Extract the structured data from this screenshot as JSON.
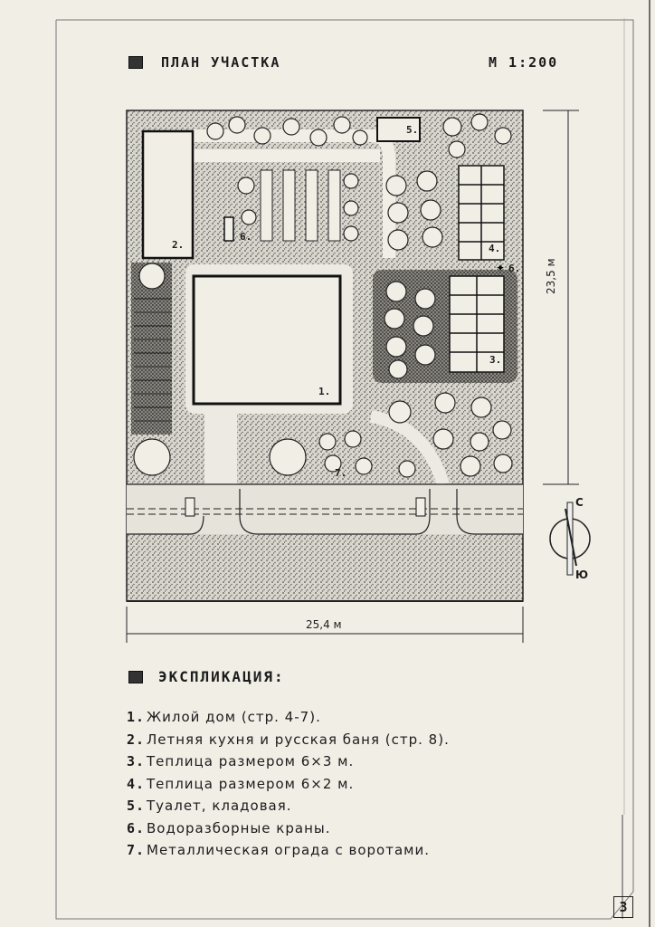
{
  "header": {
    "title": "План участка",
    "scale": "М 1:200"
  },
  "plan": {
    "width_label": "25,4 м",
    "height_label": "23,5 м",
    "markers": [
      "1.",
      "2.",
      "3.",
      "4.",
      "5.",
      "6.",
      "7.",
      "6."
    ],
    "compass": {
      "north": "С",
      "south": "Ю"
    }
  },
  "legend": {
    "title": "Экспликация:",
    "items": [
      {
        "num": "1.",
        "text": "Жилой дом (стр. 4-7)."
      },
      {
        "num": "2.",
        "text": "Летняя кухня и русская баня (стр. 8)."
      },
      {
        "num": "3.",
        "text": "Теплица размером 6×3 м."
      },
      {
        "num": "4.",
        "text": "Теплица размером 6×2 м."
      },
      {
        "num": "5.",
        "text": "Туалет, кладовая."
      },
      {
        "num": "6.",
        "text": "Водоразборные краны."
      },
      {
        "num": "7.",
        "text": "Металлическая ограда с воротами."
      }
    ]
  },
  "page_number": "3"
}
